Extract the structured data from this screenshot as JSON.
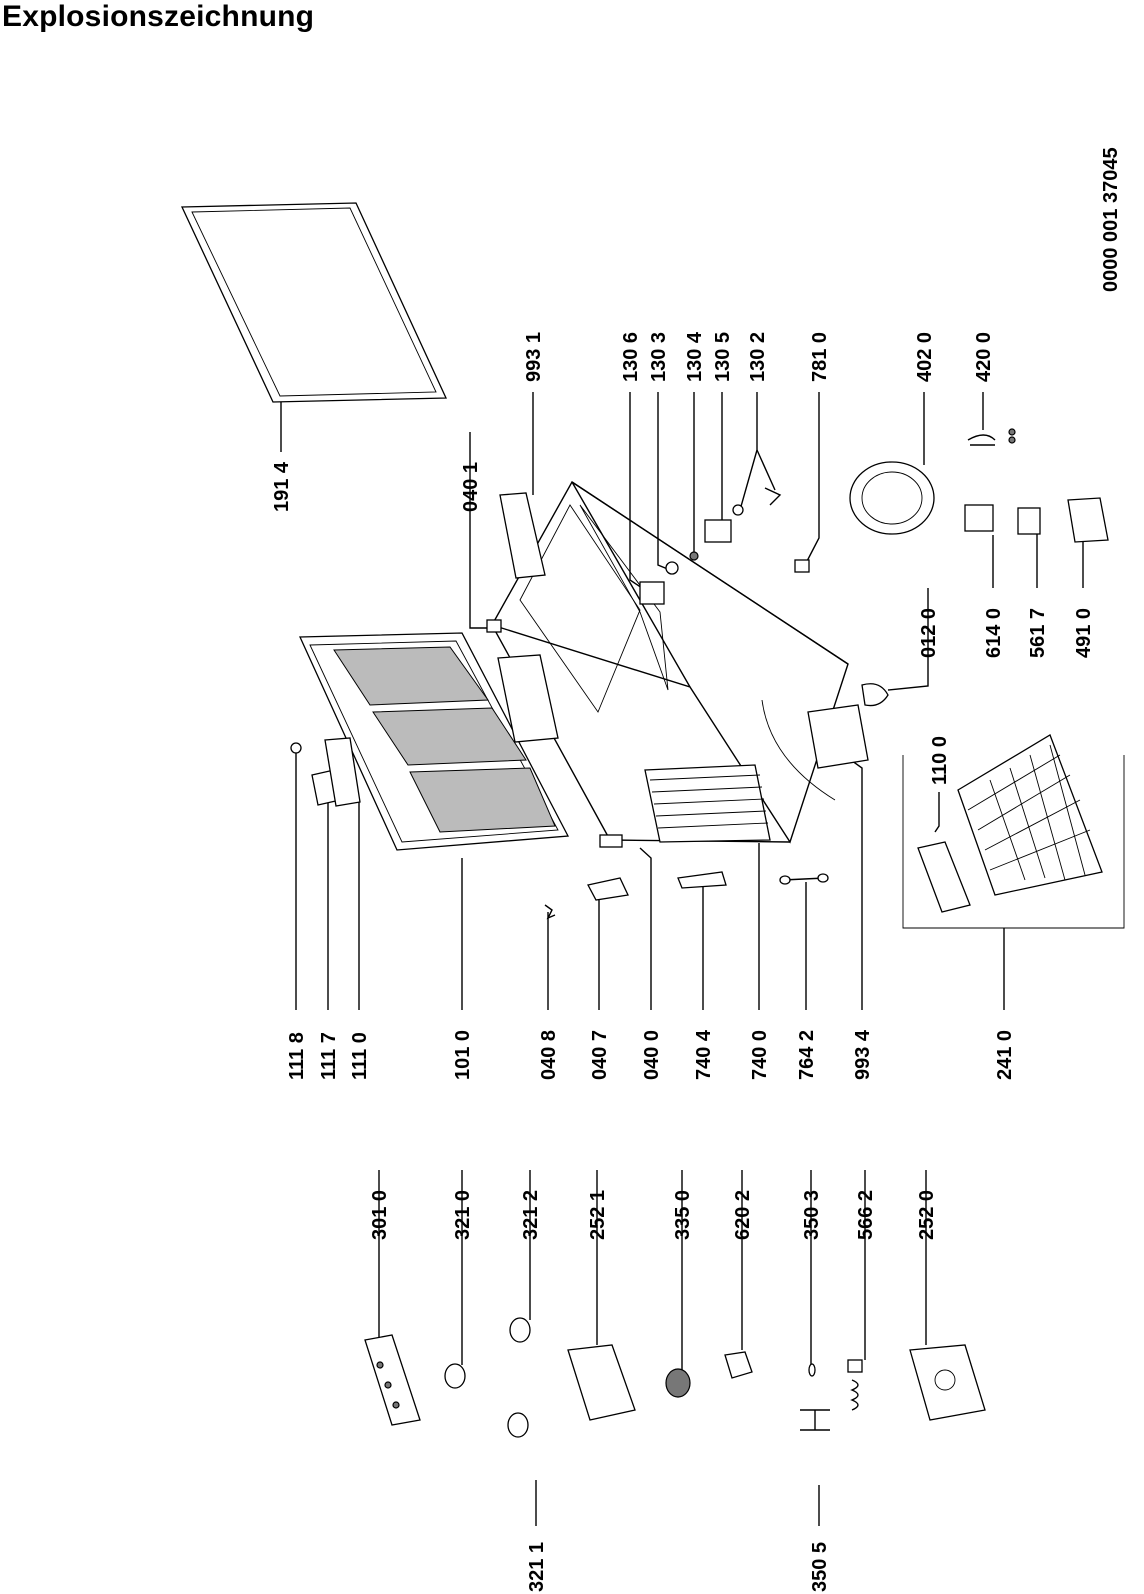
{
  "title": "Explosionszeichnung",
  "doc_number": "0000 001 37045",
  "part_labels": {
    "p3011": "321 1",
    "p3505": "350 5",
    "p3010": "301 0",
    "p3210": "321 0",
    "p3212": "321 2",
    "p2521": "252 1",
    "p3350": "335 0",
    "p6202": "620 2",
    "p3503": "350 3",
    "p5662": "566 2",
    "p2520": "252 0",
    "p1118": "111 8",
    "p1117": "111 7",
    "p1110": "111 0",
    "p1010": "101 0",
    "p0408": "040 8",
    "p0407": "040 7",
    "p0400": "040 0",
    "p7404": "740 4",
    "p7400": "740 0",
    "p7642": "764 2",
    "p9934": "993 4",
    "p2410": "241 0",
    "p1914": "191 4",
    "p0401": "040 1",
    "p9931": "993 1",
    "p1306": "130 6",
    "p1303": "130 3",
    "p1304": "130 4",
    "p1305": "130 5",
    "p1302": "130 2",
    "p7810": "781 0",
    "p4020": "402 0",
    "p4200": "420 0",
    "p0120": "012 0",
    "p6140": "614 0",
    "p5617": "561 7",
    "p4910": "491 0",
    "p1100": "110 0"
  }
}
